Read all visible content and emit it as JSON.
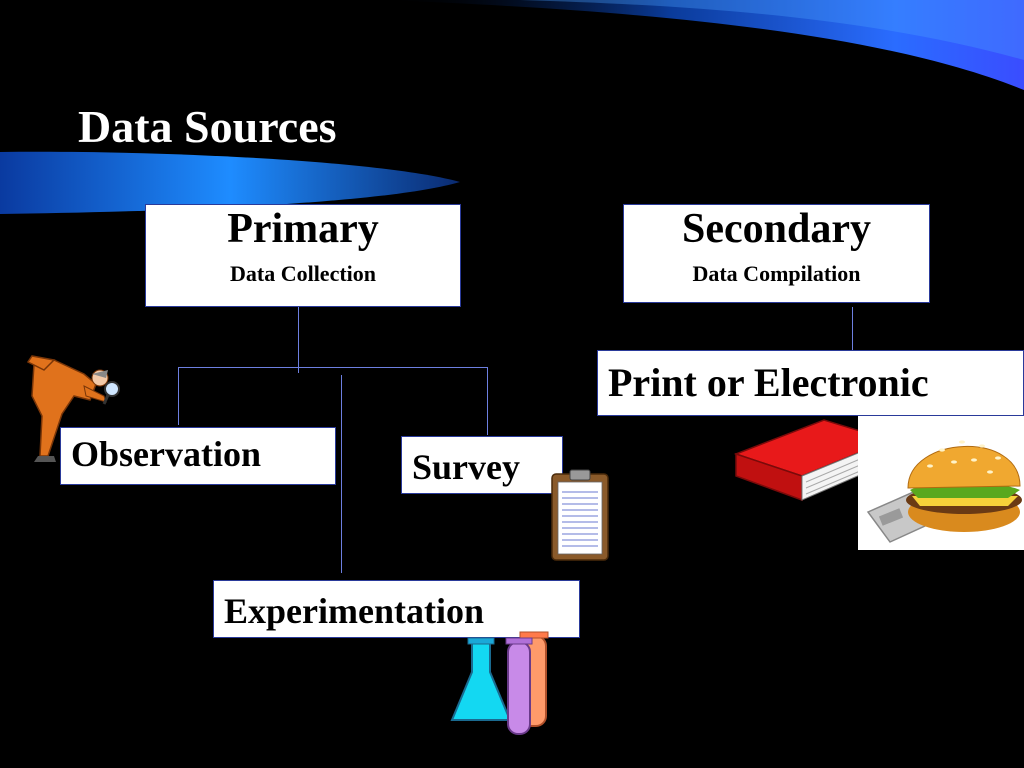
{
  "title": "Data Sources",
  "primary": {
    "heading": "Primary",
    "subheading": "Data Collection"
  },
  "secondary": {
    "heading": "Secondary",
    "subheading": "Data Compilation"
  },
  "primary_children": [
    "Observation",
    "Survey",
    "Experimentation"
  ],
  "secondary_children": [
    "Print or Electronic"
  ],
  "colors": {
    "background": "#000000",
    "accent": "#1e8cff",
    "connector": "#6d7fe0"
  },
  "icons": [
    "inspector-with-magnifier-icon",
    "clipboard-icon",
    "lab-glassware-icon",
    "red-book-icon",
    "hamburger-usb-drive-icon"
  ]
}
